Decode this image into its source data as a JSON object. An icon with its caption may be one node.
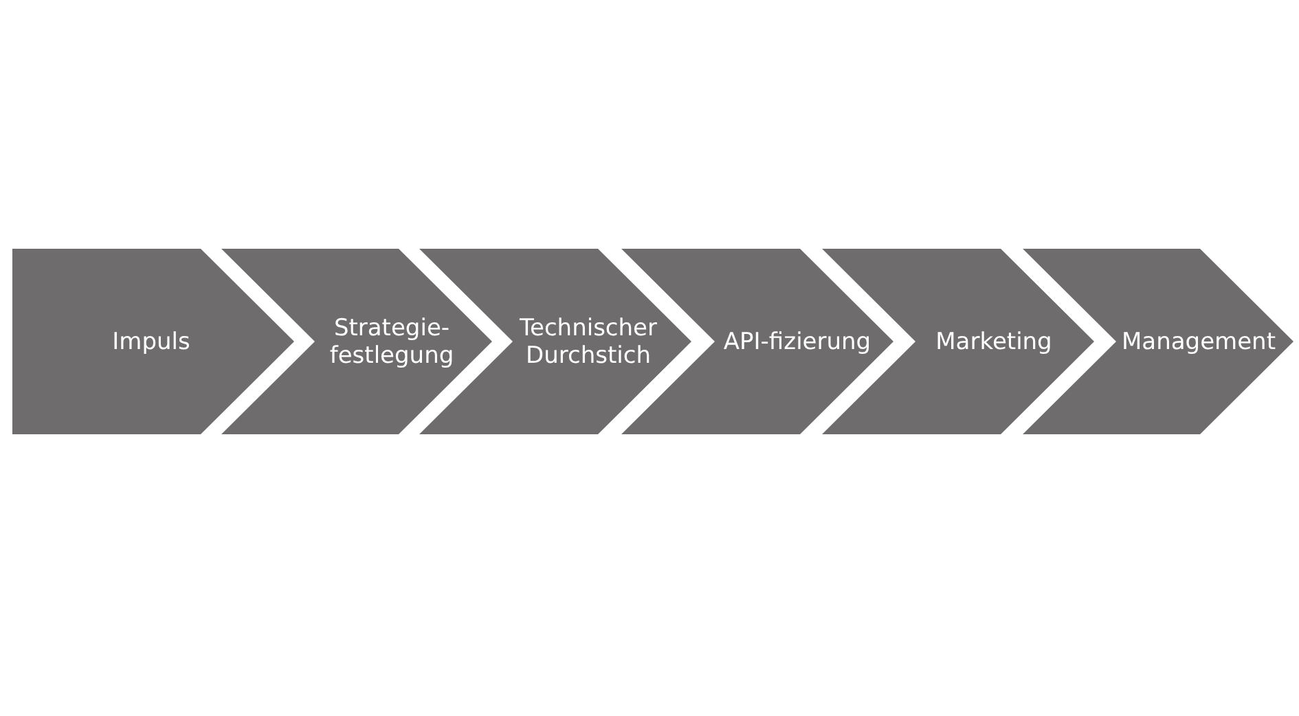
{
  "diagram": {
    "nodes": [
      {
        "text": [
          "Impuls"
        ]
      },
      {
        "text": [
          "Strategie- festlegung"
        ]
      },
      {
        "text": [
          "Technischer Durchstich"
        ]
      },
      {
        "text": [
          "API-fizierung"
        ]
      },
      {
        "text": [
          "Marketing"
        ]
      },
      {
        "text": [
          "Management"
        ]
      }
    ]
  }
}
